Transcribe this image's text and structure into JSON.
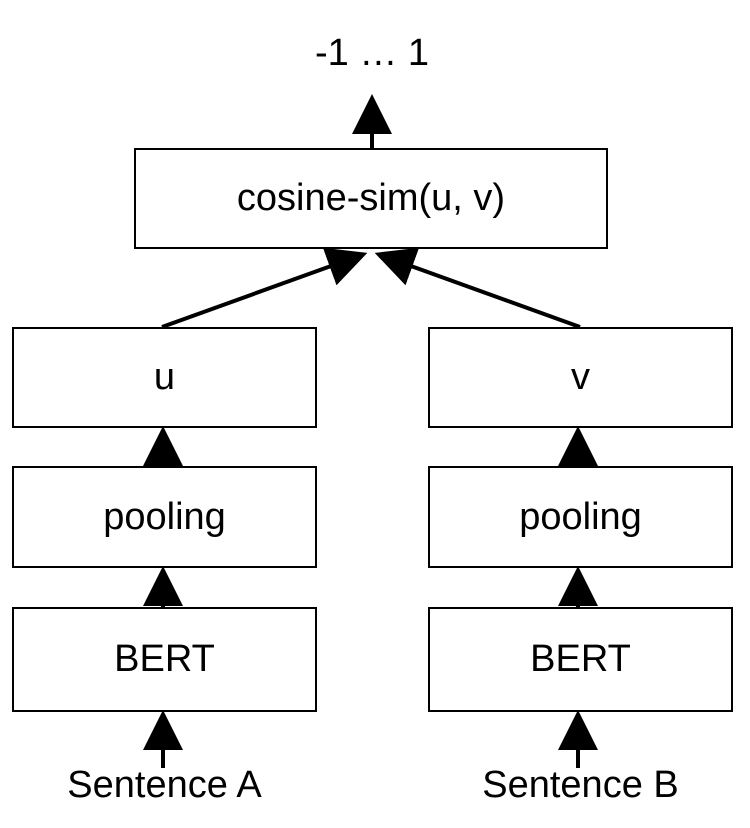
{
  "output_range": "-1 … 1",
  "similarity_box": {
    "label": "cosine-sim(u, v)"
  },
  "left_branch": {
    "embedding_label": "u",
    "pooling_label": "pooling",
    "encoder_label": "BERT",
    "input_label": "Sentence A"
  },
  "right_branch": {
    "embedding_label": "v",
    "pooling_label": "pooling",
    "encoder_label": "BERT",
    "input_label": "Sentence B"
  }
}
